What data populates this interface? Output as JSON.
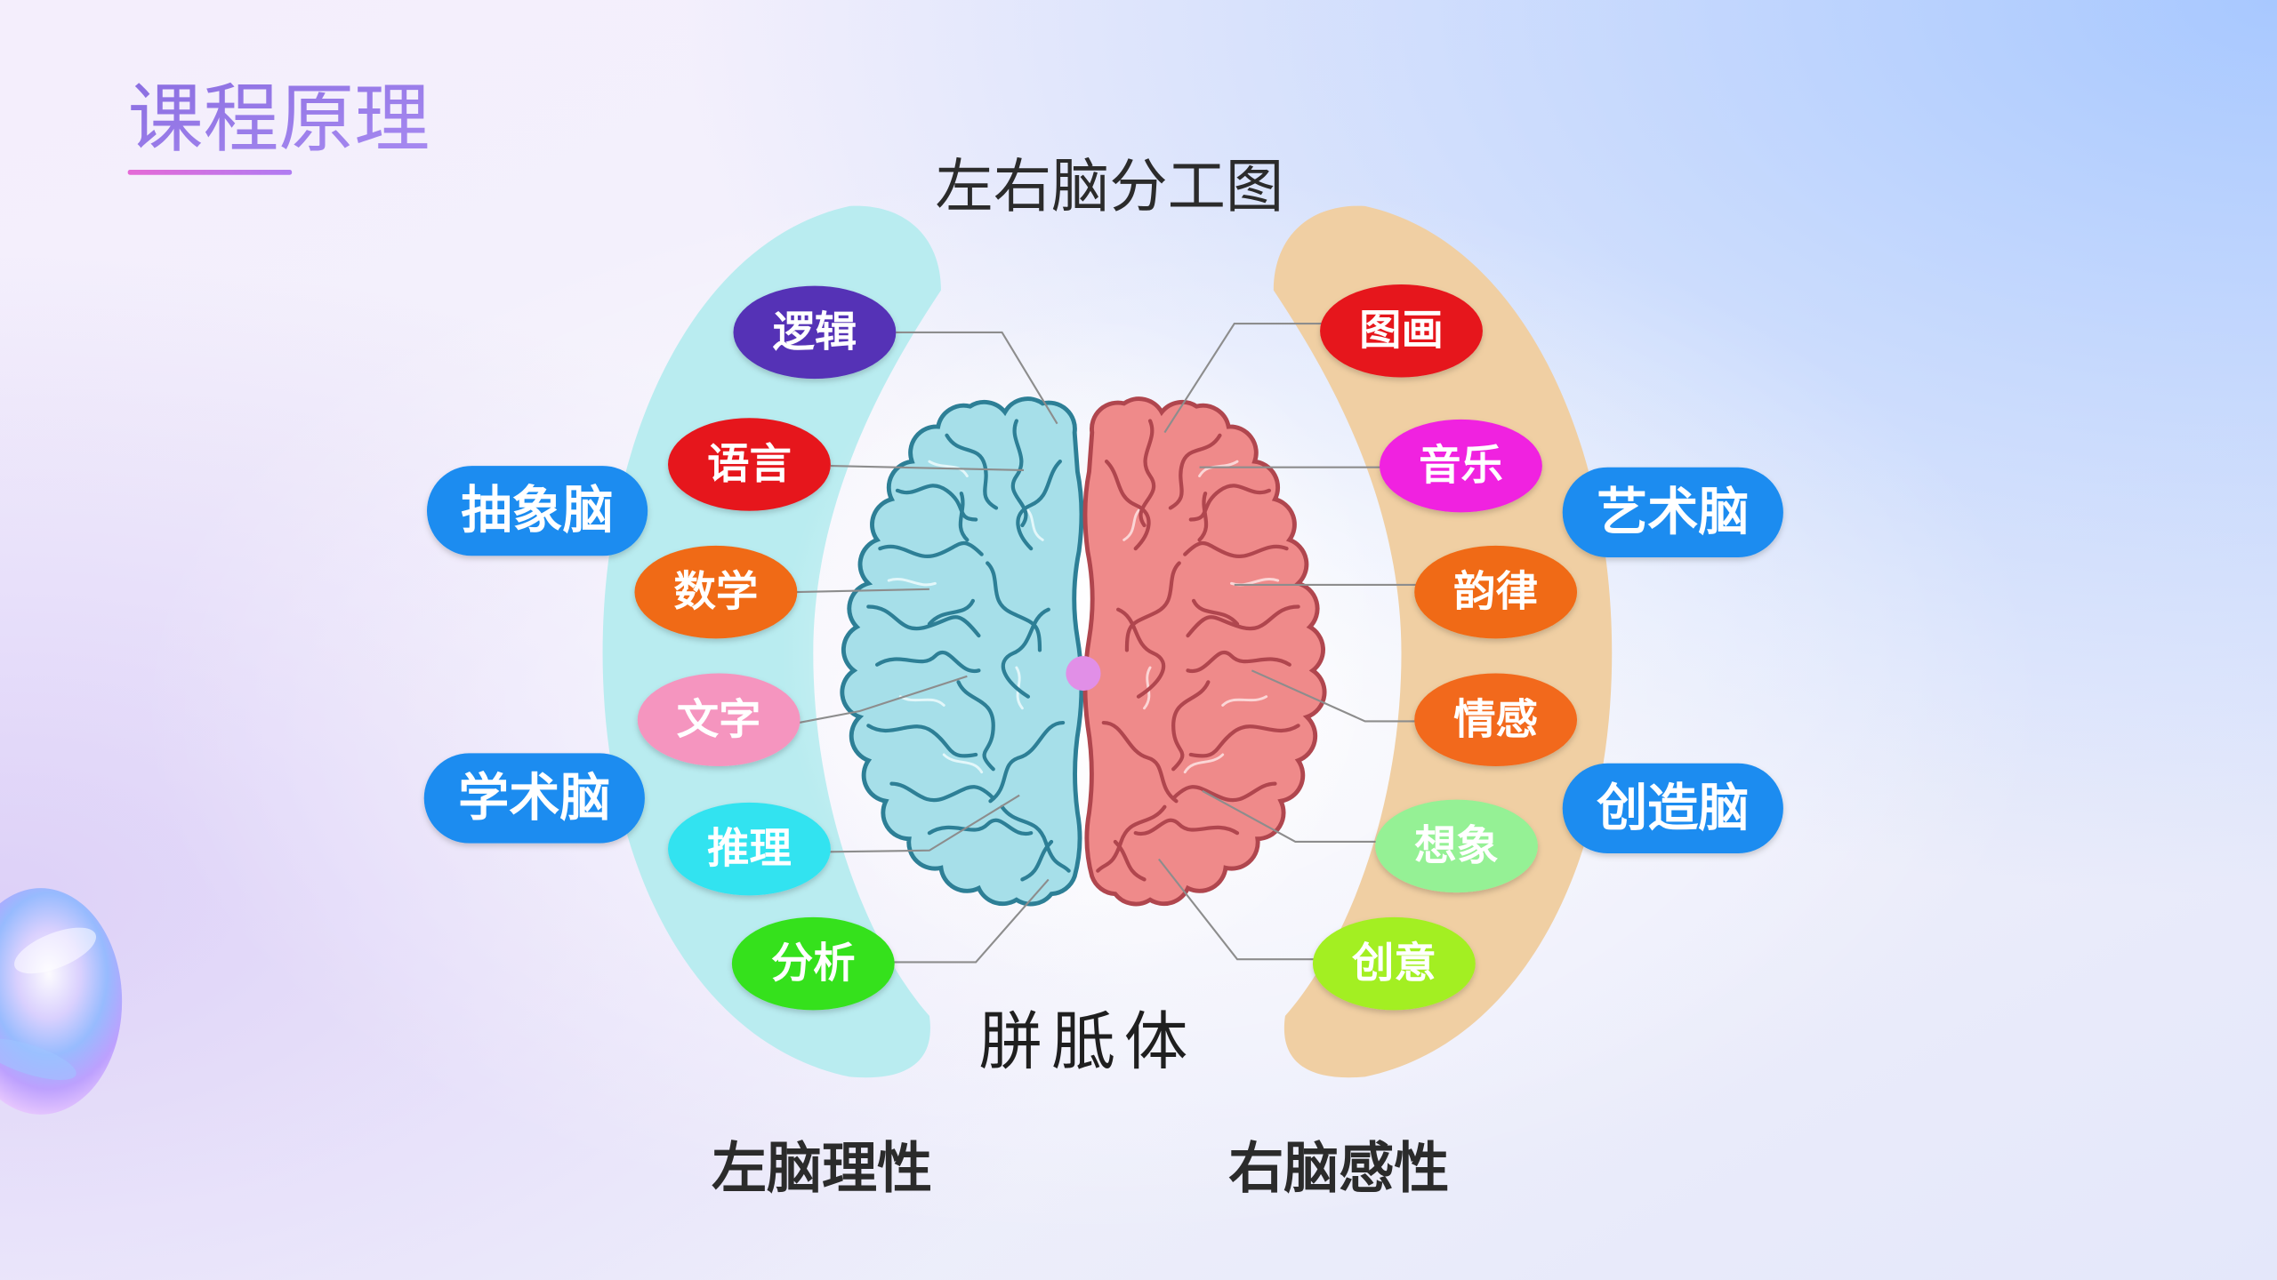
{
  "slide": {
    "title": "课程原理"
  },
  "diagram": {
    "title": "左右脑分工图",
    "corpus_callosum": "胼胝体",
    "corpus_callosum_color": "#e18fe7",
    "left": {
      "caption": "左脑理性",
      "hemisphere_color": "#a6dfe9",
      "band_color": "#b9ecf0",
      "categories": [
        {
          "label": "抽象脑",
          "color": "#1b8cf0"
        },
        {
          "label": "学术脑",
          "color": "#1b8cf0"
        }
      ],
      "functions": [
        {
          "label": "逻辑",
          "color": "#5532b6"
        },
        {
          "label": "语言",
          "color": "#e6141b"
        },
        {
          "label": "数学",
          "color": "#f06b12"
        },
        {
          "label": "文字",
          "color": "#f595bf"
        },
        {
          "label": "推理",
          "color": "#33e3f0"
        },
        {
          "label": "分析",
          "color": "#35e11f"
        }
      ]
    },
    "right": {
      "caption": "右脑感性",
      "hemisphere_color": "#ef8a8a",
      "band_color": "#f0cfa3",
      "categories": [
        {
          "label": "艺术脑",
          "color": "#1b8cf0"
        },
        {
          "label": "创造脑",
          "color": "#1b8cf0"
        }
      ],
      "functions": [
        {
          "label": "图画",
          "color": "#e6141b"
        },
        {
          "label": "音乐",
          "color": "#f022e0"
        },
        {
          "label": "韵律",
          "color": "#f06b12"
        },
        {
          "label": "情感",
          "color": "#f2691c"
        },
        {
          "label": "想象",
          "color": "#95f195"
        },
        {
          "label": "创意",
          "color": "#a3ef24"
        }
      ]
    }
  }
}
